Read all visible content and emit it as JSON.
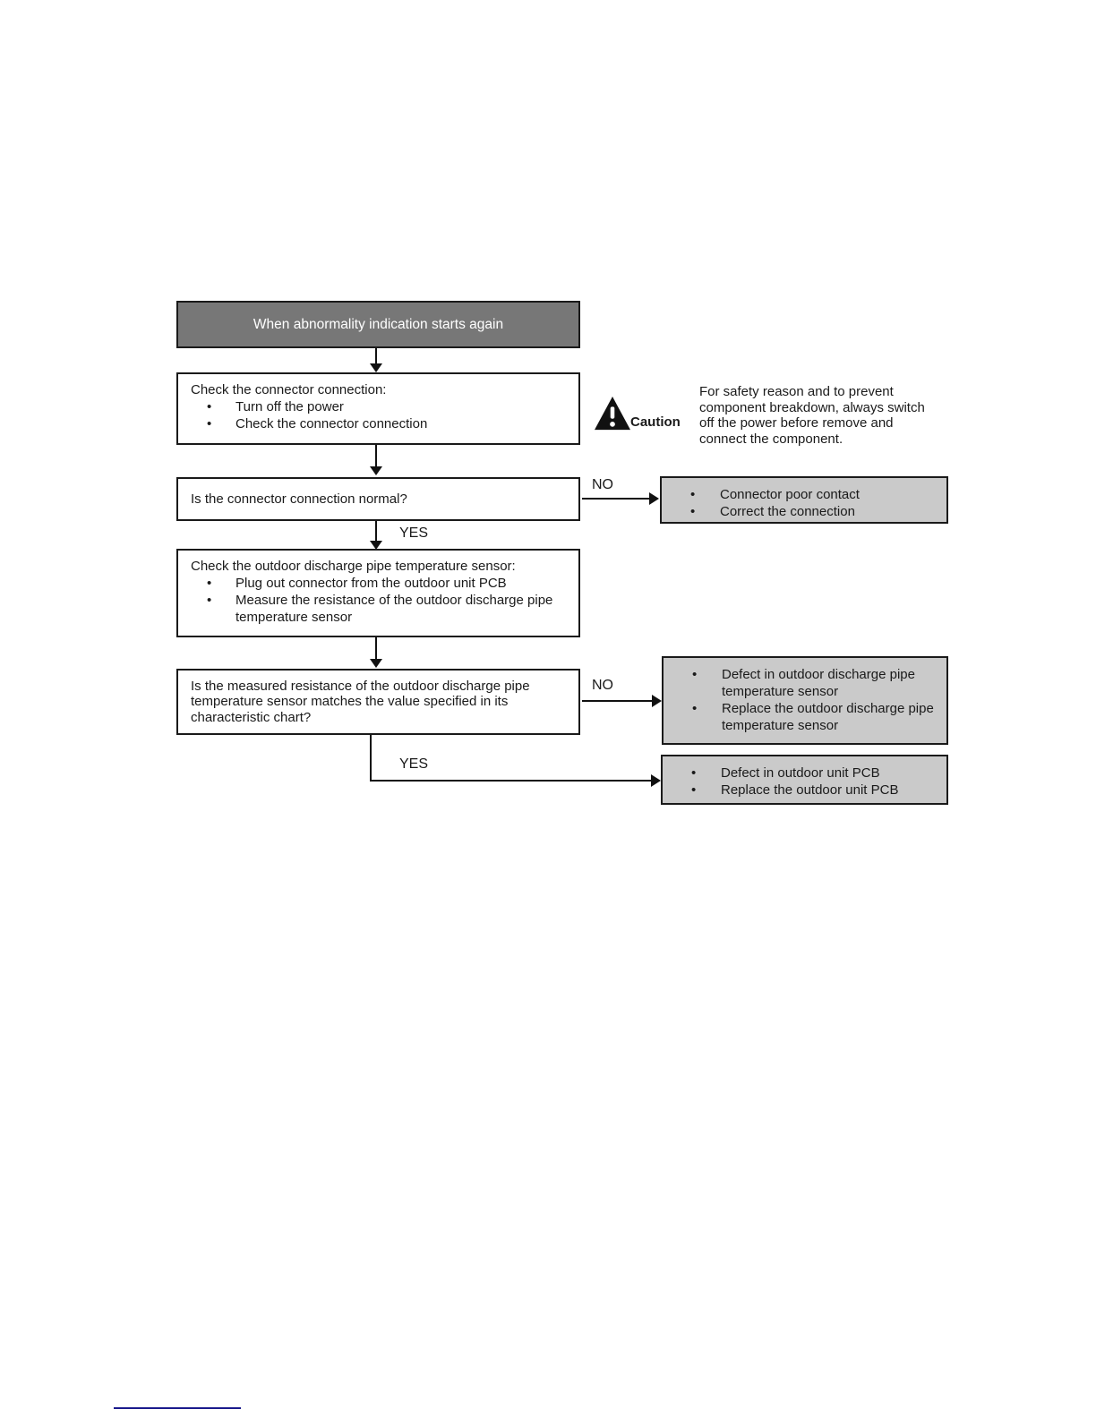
{
  "colors": {
    "box_border": "#1a1a1a",
    "start_box_fill": "#777777",
    "start_box_text": "#ffffff",
    "result_box_fill": "#cacaca",
    "body_text": "#1a1a1a",
    "footer_rule": "#1a1a8c"
  },
  "flowchart": {
    "start_label": "When abnormality indication starts again",
    "check_connector": {
      "title": "Check the connector connection:",
      "bullets": [
        "Turn off the power",
        "Check the connector connection"
      ]
    },
    "caution": {
      "label": "Caution",
      "text": "For safety reason and to prevent component breakdown, always switch off the power before remove and connect the component."
    },
    "decision_connector": {
      "question": "Is the connector connection normal?",
      "no": "NO",
      "yes": "YES"
    },
    "result_connector": {
      "bullets": [
        "Connector poor contact",
        "Correct the connection"
      ]
    },
    "check_sensor": {
      "title": "Check the outdoor discharge pipe temperature sensor:",
      "bullets": [
        "Plug out connector from the outdoor unit PCB",
        "Measure the resistance of the outdoor discharge pipe temperature sensor"
      ]
    },
    "decision_resistance": {
      "question": "Is the measured resistance of the outdoor discharge pipe temperature sensor matches the value specified in its characteristic chart?",
      "no": "NO",
      "yes": "YES"
    },
    "result_sensor": {
      "bullets": [
        "Defect in outdoor discharge pipe temperature sensor",
        "Replace the outdoor discharge pipe temperature sensor"
      ]
    },
    "result_pcb": {
      "bullets": [
        "Defect in outdoor unit PCB",
        "Replace the outdoor unit PCB"
      ]
    }
  }
}
